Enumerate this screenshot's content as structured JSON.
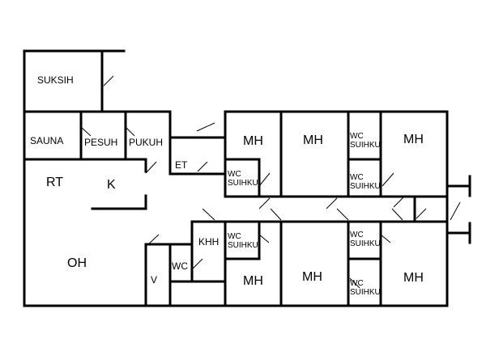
{
  "floor_plan": {
    "rooms": {
      "suksih": "SUKSIH",
      "sauna": "SAUNA",
      "pesuh": "PESUH",
      "pukuh": "PUKUH",
      "et": "ET",
      "rt": "RT",
      "k": "K",
      "oh": "OH",
      "v": "V",
      "wc": "WC",
      "khh": "KHH",
      "mh": "MH",
      "wc_line": "WC",
      "suihku_line": "SUIHKU"
    }
  }
}
